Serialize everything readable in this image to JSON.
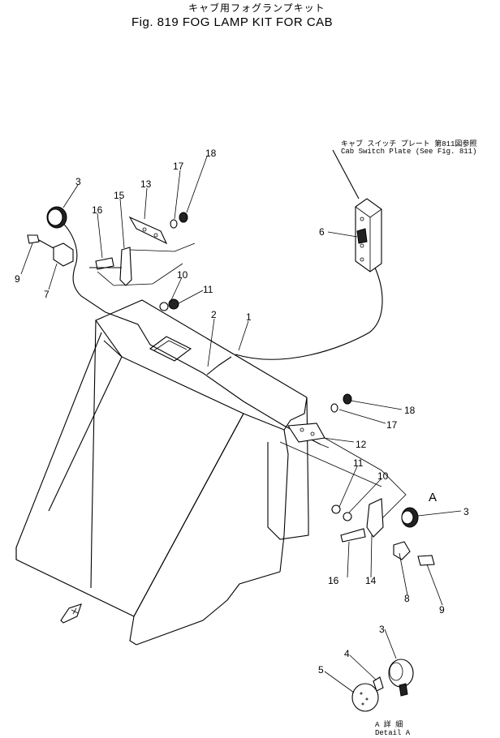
{
  "title": {
    "japanese": "キャブ用フォグランプキット",
    "english": "Fig. 819  FOG  LAMP  KIT  FOR  CAB"
  },
  "cab_switch_note": {
    "japanese": "キャブ スイッチ プレート   第811図参照",
    "english": "Cab  Switch  Plate  (See  Fig. 811)"
  },
  "callouts": {
    "p1": "1",
    "p2": "2",
    "p3a": "3",
    "p3b": "3",
    "p3c": "3",
    "p5": "5",
    "p4": "4",
    "p6": "6",
    "p7": "7",
    "p8": "8",
    "p9a": "9",
    "p9b": "9",
    "p10a": "10",
    "p10b": "10",
    "p11a": "11",
    "p11b": "11",
    "p12": "12",
    "p13": "13",
    "p14": "14",
    "p15": "15",
    "p16a": "16",
    "p16b": "16",
    "p17a": "17",
    "p17b": "17",
    "p18a": "18",
    "p18b": "18",
    "view_a": "A"
  },
  "detail": {
    "japanese": "A  詳  細",
    "english": "Detail  A"
  }
}
